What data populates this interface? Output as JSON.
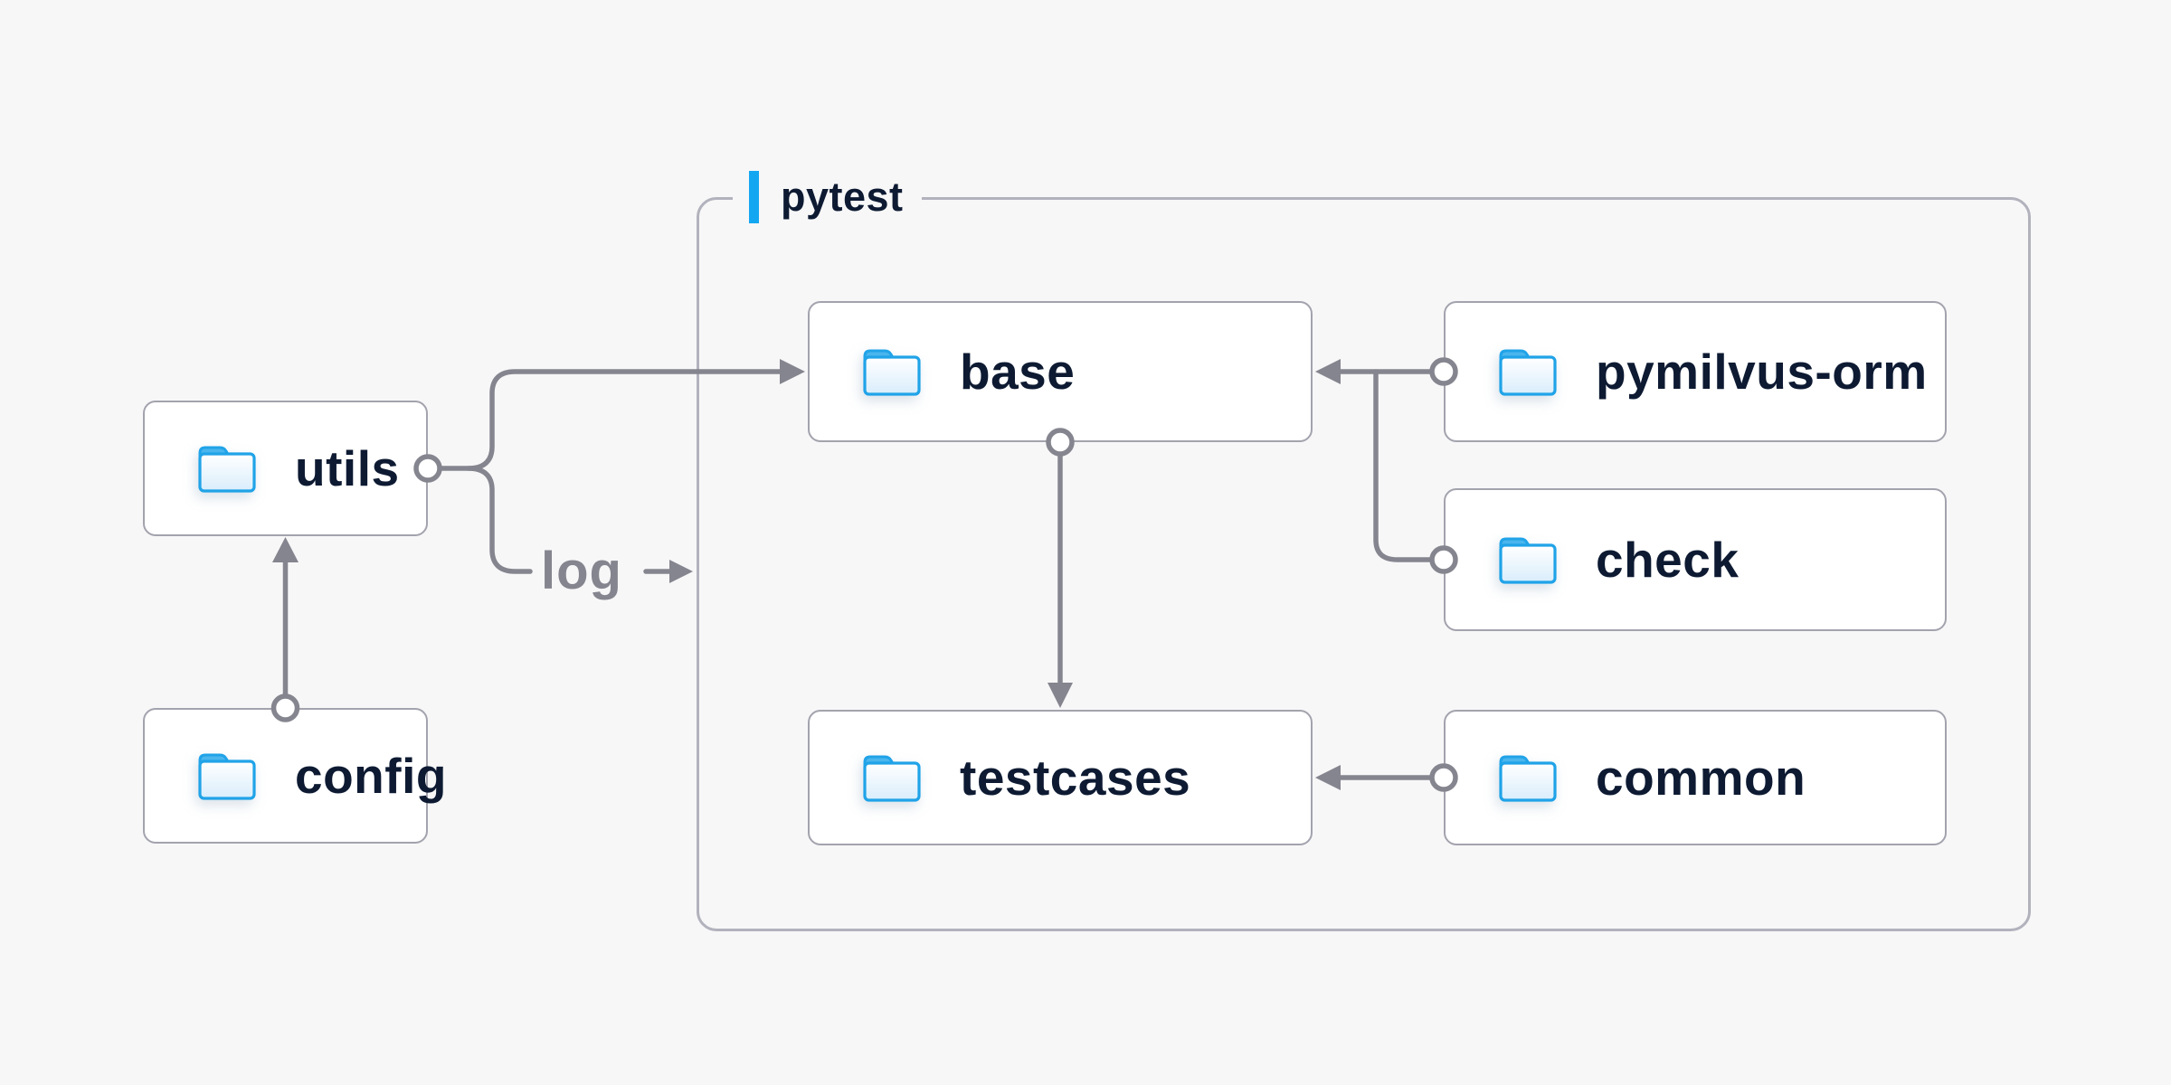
{
  "diagram": {
    "container": {
      "label": "pytest"
    },
    "nodes": [
      {
        "id": "utils",
        "label": "utils",
        "icon": "folder-icon"
      },
      {
        "id": "config",
        "label": "config",
        "icon": "folder-icon"
      },
      {
        "id": "base",
        "label": "base",
        "icon": "folder-icon"
      },
      {
        "id": "pymilvus-orm",
        "label": "pymilvus-orm",
        "icon": "folder-icon"
      },
      {
        "id": "check",
        "label": "check",
        "icon": "folder-icon"
      },
      {
        "id": "testcases",
        "label": "testcases",
        "icon": "folder-icon"
      },
      {
        "id": "common",
        "label": "common",
        "icon": "folder-icon"
      }
    ],
    "edges": [
      {
        "from": "config",
        "to": "utils",
        "label": ""
      },
      {
        "from": "utils",
        "to": "base",
        "label": ""
      },
      {
        "from": "utils",
        "to": "pytest",
        "label": "log"
      },
      {
        "from": "pymilvus-orm",
        "to": "base",
        "label": ""
      },
      {
        "from": "check",
        "to": "base",
        "label": ""
      },
      {
        "from": "base",
        "to": "testcases",
        "label": ""
      },
      {
        "from": "common",
        "to": "testcases",
        "label": ""
      }
    ],
    "colors": {
      "background": "#f7f7f8",
      "node_fill": "#ffffff",
      "node_border": "#a3a3ae",
      "container_border": "#b2b2bd",
      "connector": "#85858f",
      "text": "#0d1a32",
      "accent_blue": "#14a7f1",
      "folder_stroke": "#20a3e8",
      "folder_tab": "#4ab5ed"
    }
  }
}
